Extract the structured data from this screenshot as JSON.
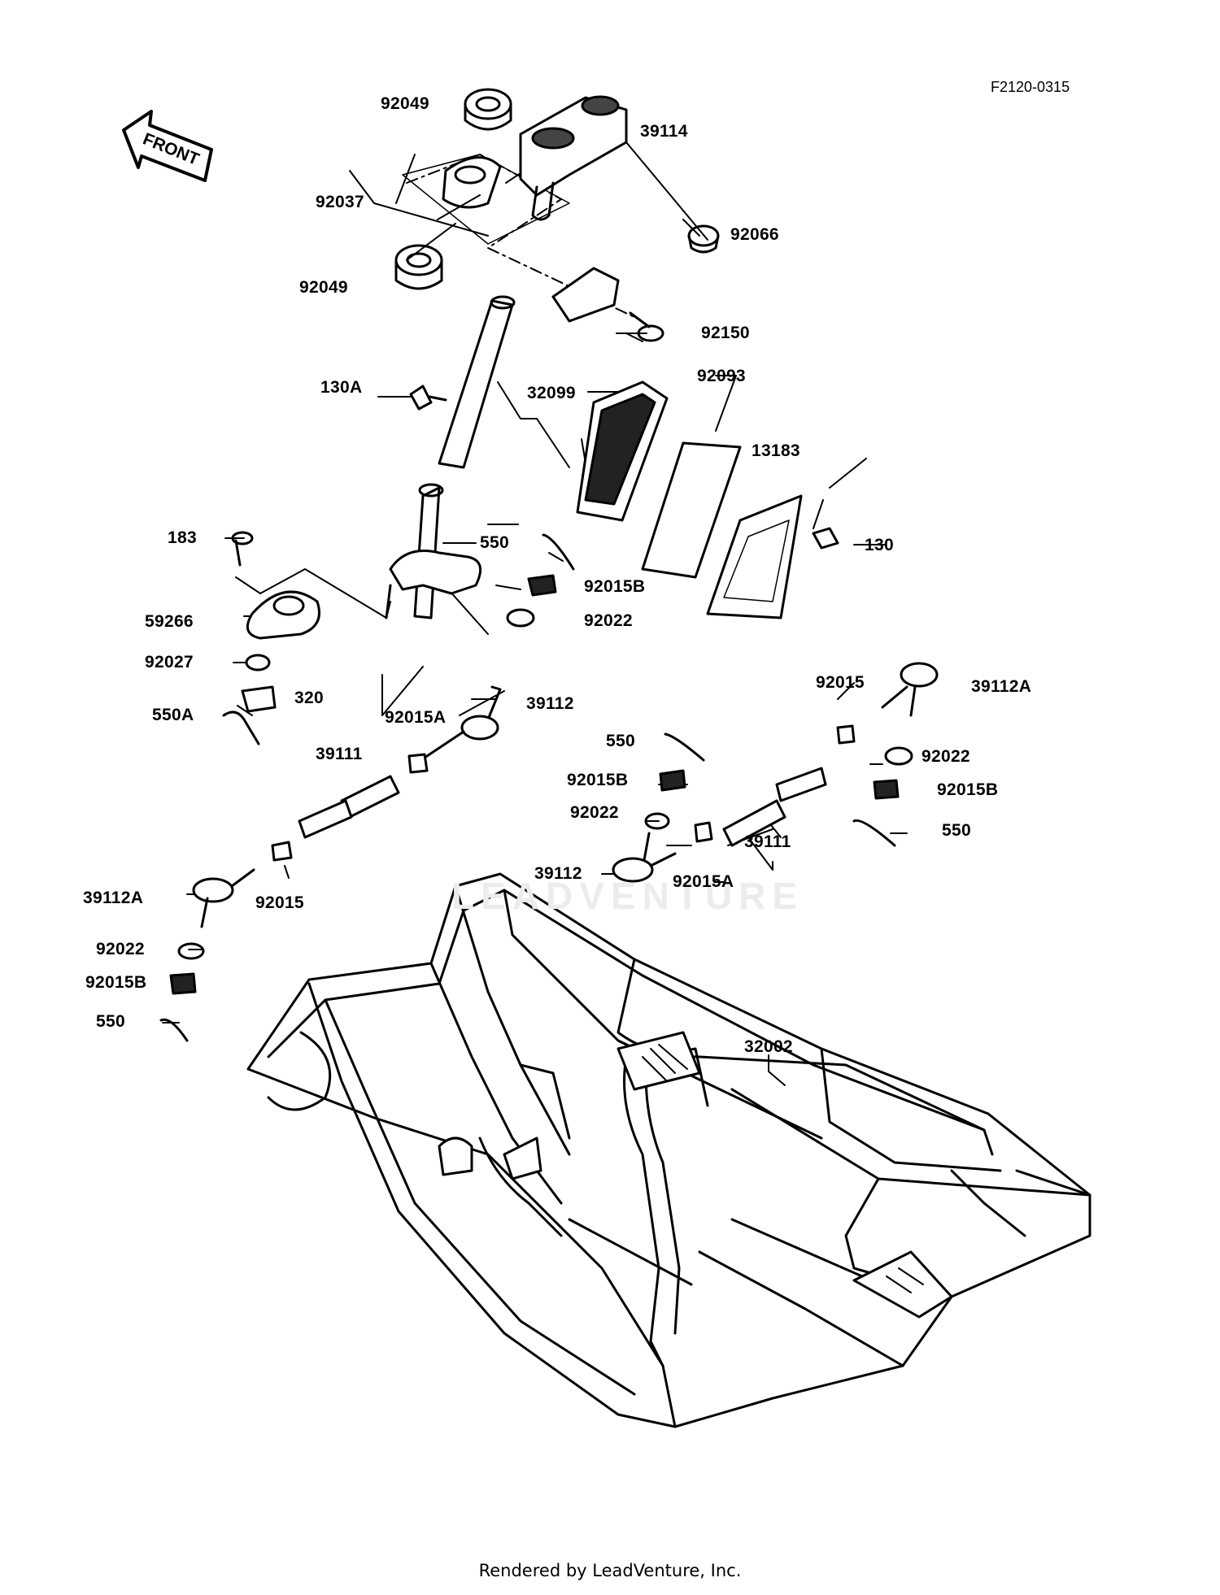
{
  "figure_id": "F2120-0315",
  "direction_arrow": {
    "label": "FRONT",
    "icon": "front-arrow-icon"
  },
  "watermark": "LEADVENTURE",
  "footer": "Rendered by LeadVenture, Inc.",
  "labels": {
    "p92049_top": "92049",
    "p39114": "39114",
    "p92037": "92037",
    "p92066": "92066",
    "p92049_bottom": "92049",
    "p92150": "92150",
    "p130A": "130A",
    "p32099": "32099",
    "p92093": "92093",
    "p13183": "13183",
    "p183": "183",
    "p550_upper": "550",
    "p130": "130",
    "p92015B_upper": "92015B",
    "p59266": "59266",
    "p92022_upper": "92022",
    "p92027": "92027",
    "p320": "320",
    "p550A": "550A",
    "p92015A_left": "92015A",
    "p39112_left": "39112",
    "p92015_right": "92015",
    "p39112A_right": "39112A",
    "p39111_left": "39111",
    "p550_mid": "550",
    "p92022_right": "92022",
    "p92015B_mid": "92015B",
    "p92015B_right": "92015B",
    "p92022_mid": "92022",
    "p550_right": "550",
    "p39111_right": "39111",
    "p39112_mid": "39112",
    "p92015A_mid": "92015A",
    "p39112A_left": "39112A",
    "p92015_left": "92015",
    "p92022_left": "92022",
    "p92015B_left": "92015B",
    "p550_left": "550",
    "p32002": "32002"
  }
}
